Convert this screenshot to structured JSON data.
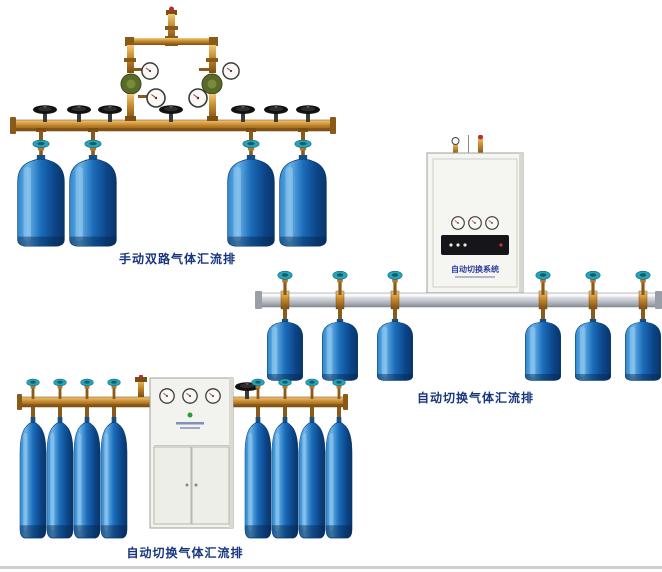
{
  "page": {
    "background": "#ffffff"
  },
  "products": [
    {
      "caption": "手动双路气体汇流排"
    },
    {
      "caption": "自动切换气体汇流排",
      "cabinet_label": "自动切换系统"
    },
    {
      "caption": "自动切换气体汇流排"
    }
  ],
  "colors": {
    "caption_text": "#17367f",
    "cylinder_blue": "#1b6cba",
    "brass_pipe": "#c68a2e",
    "teal_valve": "#2aa3b8",
    "rail_silver": "#b0b4bc",
    "cabinet_white": "#f4f4f0"
  }
}
